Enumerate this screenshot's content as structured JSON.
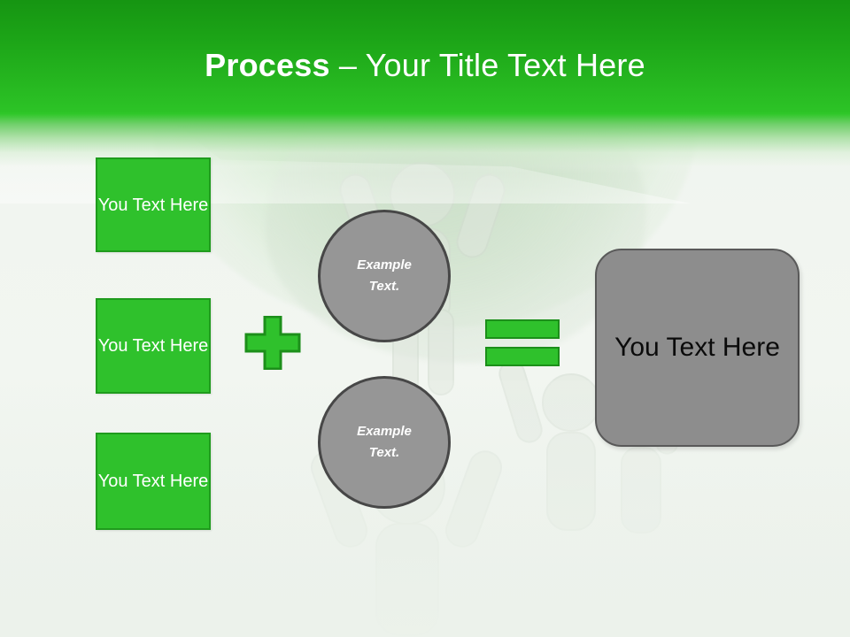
{
  "slide": {
    "title_bold": "Process",
    "title_rest": " – Your Title Text Here",
    "background_icon": "people-lifting-figures-illustration"
  },
  "theme": {
    "header_green_top": "#169512",
    "header_green_bottom": "#2ec728",
    "accent_green": "#2fc12c",
    "accent_green_border": "#1f9b1d",
    "shape_gray": "#969696",
    "shape_gray_border": "#474747",
    "result_gray": "#8d8d8d",
    "result_gray_border": "#595959",
    "background": "#eef3ed"
  },
  "inputs": [
    {
      "label": "You Text Here"
    },
    {
      "label": "You Text Here"
    },
    {
      "label": "You Text Here"
    }
  ],
  "operators": {
    "plus": "+",
    "equals": "="
  },
  "circles": [
    {
      "line1": "Example",
      "line2": "Text."
    },
    {
      "line1": "Example",
      "line2": "Text."
    }
  ],
  "result": {
    "label": "You Text Here"
  }
}
